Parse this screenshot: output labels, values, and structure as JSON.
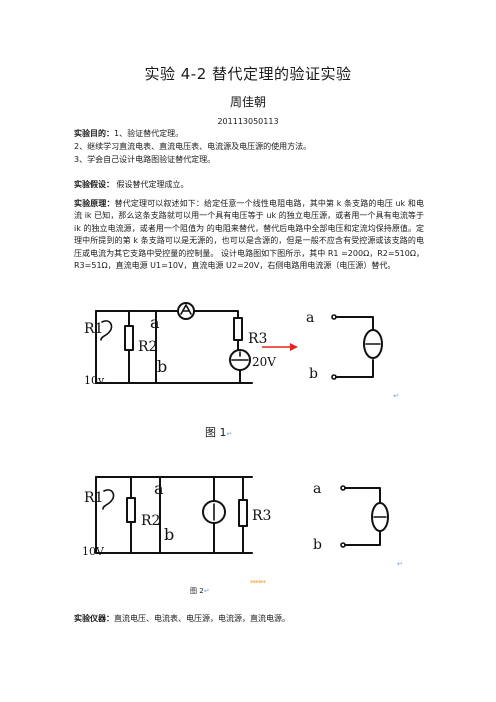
{
  "doc": {
    "title": "实验 4-2   替代定理的验证实验",
    "author": "周佳朝",
    "student_id": "201113050113",
    "purpose_label": "实验目的：",
    "purpose_1": "1、验证替代定理。",
    "purpose_2": "2、继续学习直流电表、直流电压表、电流源及电压源的使用方法。",
    "purpose_3": "3、学会自己设计电路图验证替代定理。",
    "hypothesis_label": "实验假设：",
    "hypothesis_text": "  假设替代定理成立。",
    "principle_label": "实验原理：",
    "principle_text": "替代定理可以叙述如下：给定任意一个线性电阻电路，其中第 k 条支路的电压 uk 和电流 ik 已知，那么这条支路就可以用一个具有电压等于 uk 的独立电压源，或者用一个具有电流等于 ik 的独立电流源，或者用一个阻值为 的电阻来替代，替代后电路中全部电压和定流均保持原值。定理中所提到的第 k 条支路可以是无源的，也可以是含源的，但是一般不应含有受控源或该支路的电压或电流为其它支路中受控量的控制量。  设计电路图如下图所示，其中 R1 =200Ω，R2=510Ω，R3=51Ω，直流电源 U1=10V，直流电源 U2=20V，右侧电路用电流源（电压源）替代。",
    "fig1_caption": "图 1",
    "fig2_caption": "图 2",
    "stars": "******",
    "equipment_label": "实验仪器：",
    "equipment_text": "直流电压、电流表、电压源，电流源，直流电源。",
    "para_mark": "↵"
  },
  "fig1": {
    "label_r1": "R1",
    "label_r2": "R2",
    "label_r3": "R3",
    "label_a": "a",
    "label_b": "b",
    "label_10v": "10v",
    "label_20v": "20V",
    "label_a_right": "a",
    "label_b_right": "b"
  },
  "fig2": {
    "label_r1": "R1",
    "label_r2": "R2",
    "label_r3": "R3",
    "label_a": "a",
    "label_b": "b",
    "label_10v": "10V",
    "label_a_right": "a",
    "label_b_right": "b"
  },
  "colors": {
    "arrow": "#e8231c",
    "stars": "#f0a020",
    "para_mark": "#7aa3d8"
  }
}
